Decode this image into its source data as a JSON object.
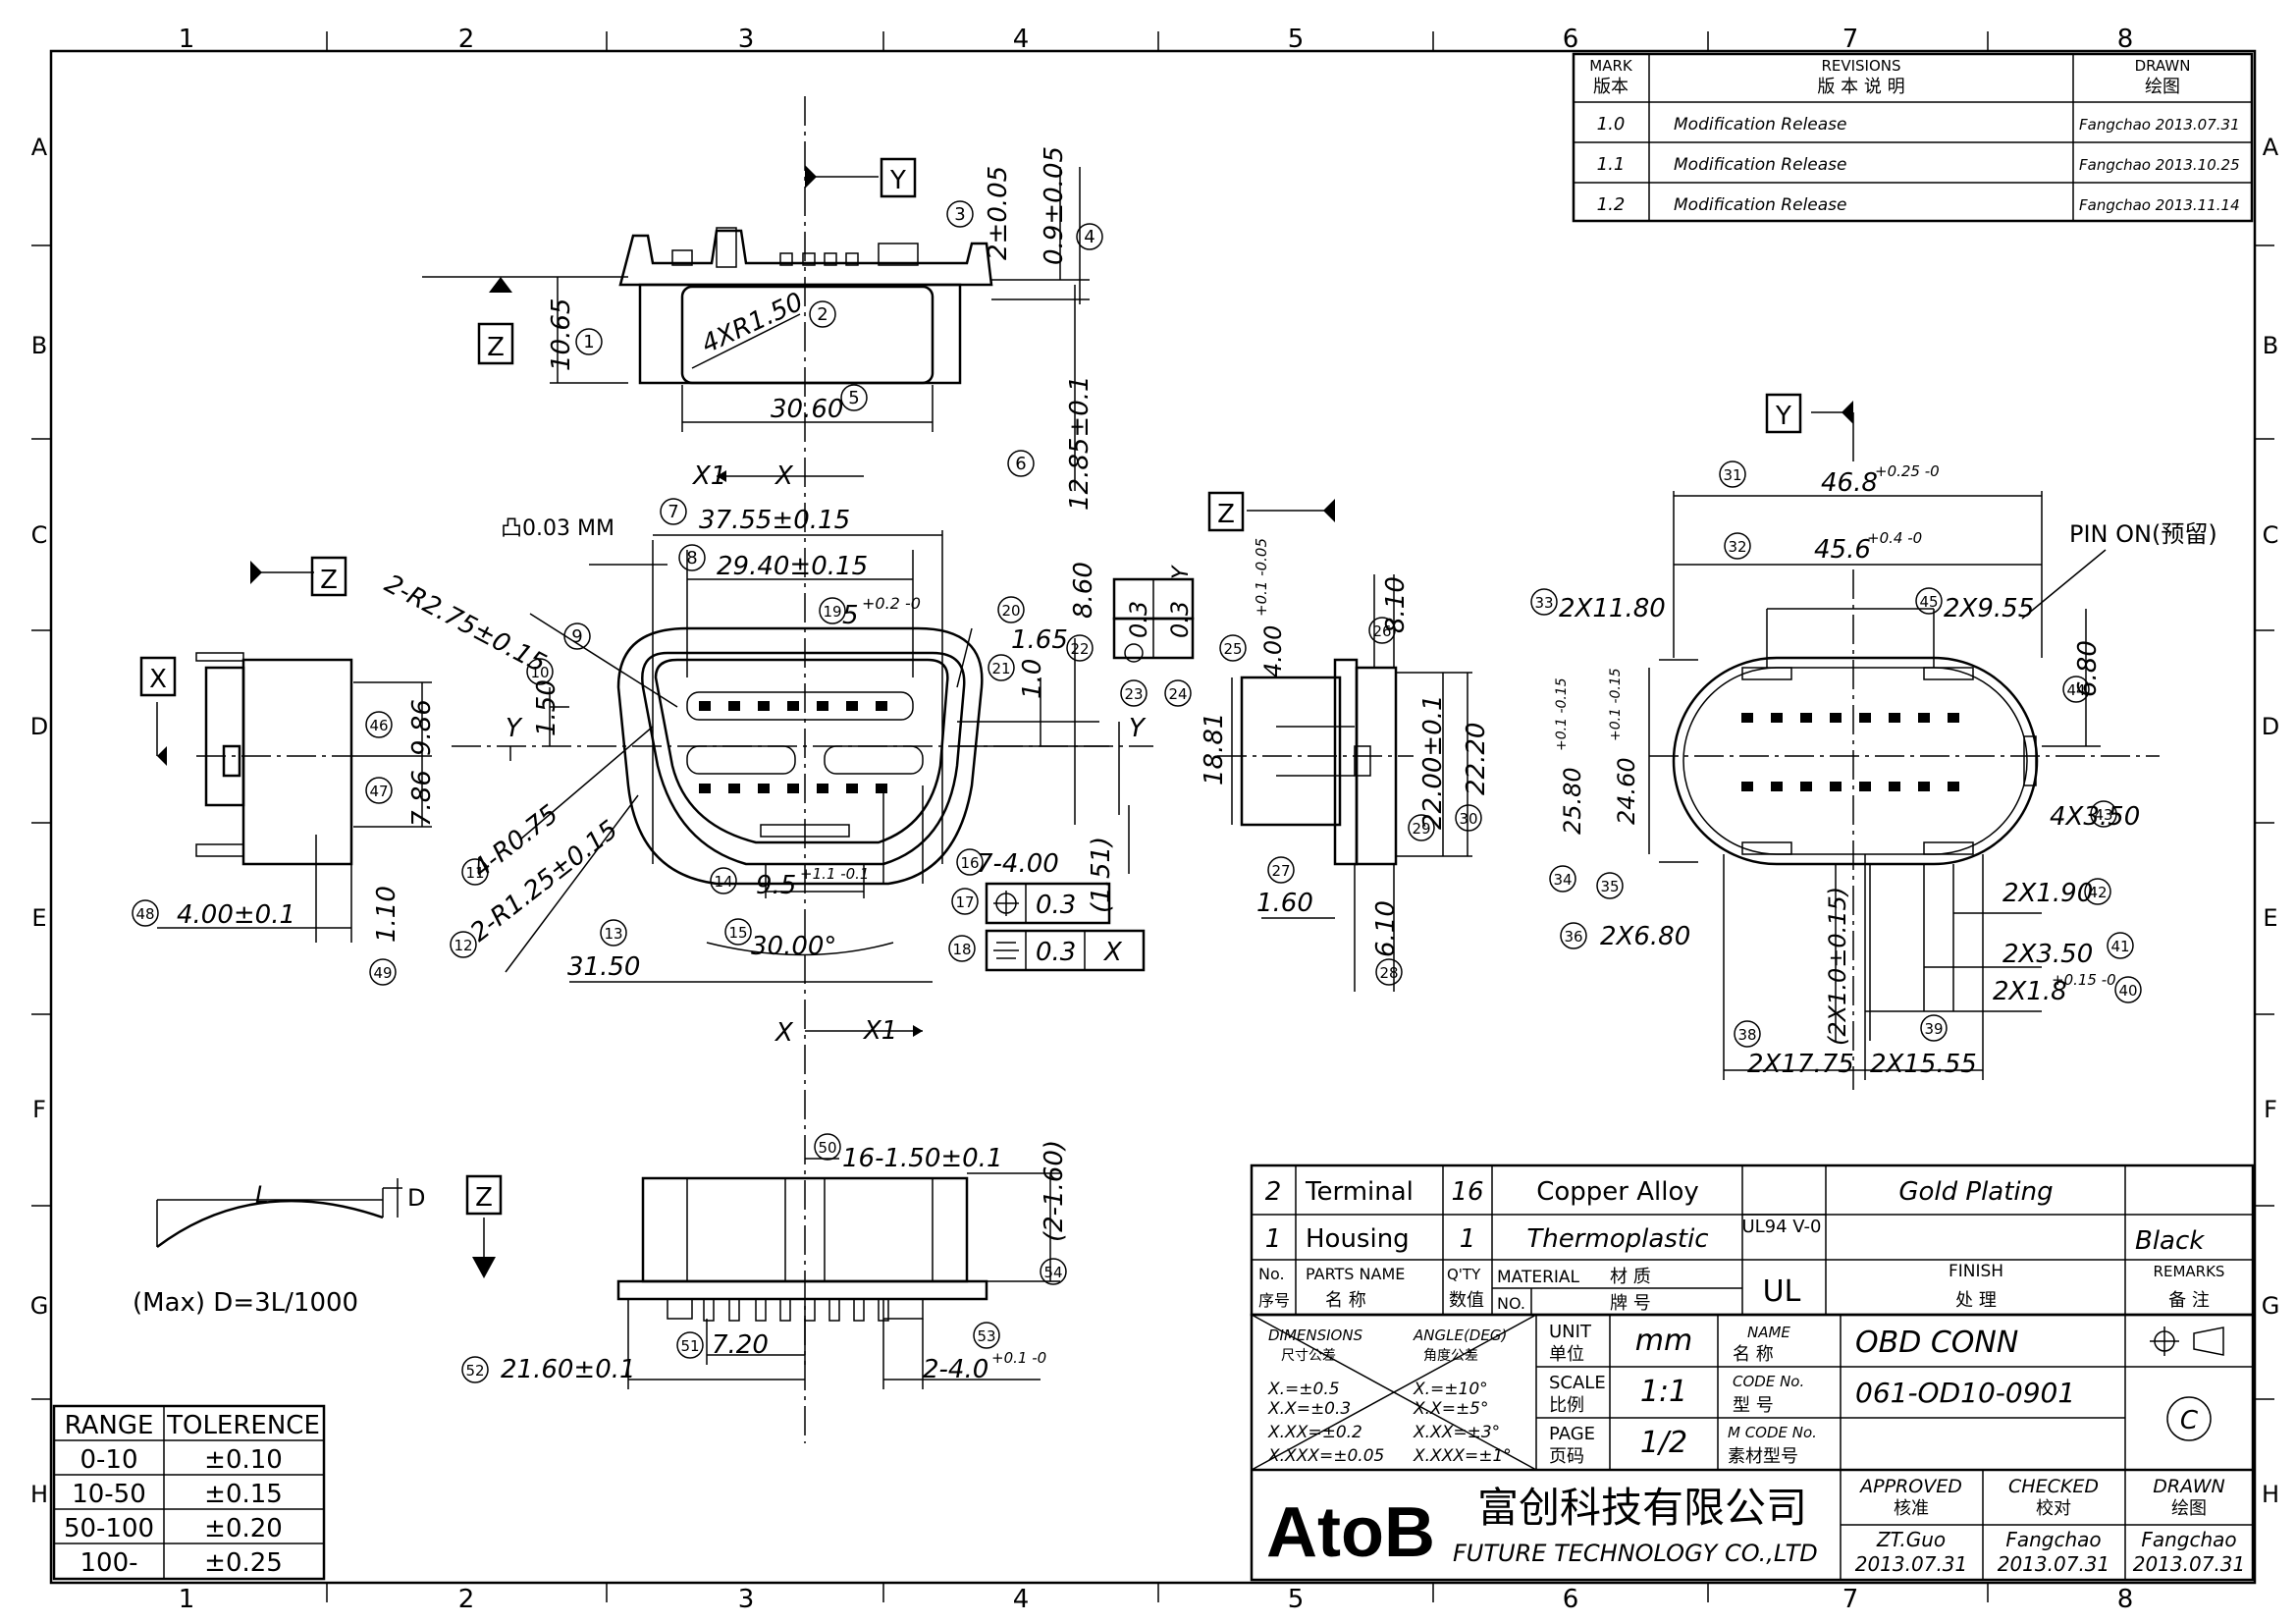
{
  "border": {
    "cols": [
      "1",
      "2",
      "3",
      "4",
      "5",
      "6",
      "7",
      "8"
    ],
    "rows": [
      "A",
      "B",
      "C",
      "D",
      "E",
      "F",
      "G",
      "H"
    ]
  },
  "revisions": {
    "header_mark": "MARK",
    "header_mark_cn": "版本",
    "header_rev": "REVISIONS",
    "header_rev_cn": "版 本 说 明",
    "header_drawn": "DRAWN",
    "header_drawn_cn": "绘图",
    "rows": [
      {
        "mark": "1.0",
        "desc": "Modification Release",
        "drawn": "Fangchao 2013.07.31"
      },
      {
        "mark": "1.1",
        "desc": "Modification Release",
        "drawn": "Fangchao 2013.10.25"
      },
      {
        "mark": "1.2",
        "desc": "Modification Release",
        "drawn": "Fangchao 2013.11.14"
      }
    ]
  },
  "dims": {
    "d1065": "10.65",
    "d4xr150": "4XR1.50",
    "d3060": "30.60",
    "d2": "2±0.05",
    "d09": "0.9±0.05",
    "d1285": "12.85±0.1",
    "d3755": "37.55±0.15",
    "d2940": "29.40±0.15",
    "d5": "5",
    "d5tol": "+0.2 -0",
    "d860": "8.60",
    "d165": "1.65",
    "d10": "1.0",
    "d150": "1.50",
    "d2r275": "2-R2.75±0.15",
    "d4r075": "4-R0.75",
    "d2r125": "2-R1.25±0.15",
    "d95": "9.5",
    "d95tol": "+1.1 -0.1",
    "d3000": "30.00°",
    "d3150": "31.50",
    "d7400": "7-4.00",
    "d151": "(1.51)",
    "pos03": "0.3",
    "sym03": "0.3",
    "sym03b": "0.3",
    "symY": "Y",
    "symX": "X",
    "d986": "9.86",
    "d786": "7.86",
    "d400": "4.00±0.1",
    "d110": "1.10",
    "d400b": "4.00",
    "d400btol": "+0.1 -0.05",
    "d810": "8.10",
    "d1881": "18.81",
    "d2200": "22.00±0.1",
    "d2220": "22.20",
    "d160": "1.60",
    "d610": "6.10",
    "d468": "46.8",
    "d468tol": "+0.25 -0",
    "d456": "45.6",
    "d456tol": "+0.4 -0",
    "d2x1180": "2X11.80",
    "d2x955": "2X9.55",
    "d680": "6.80",
    "d2580": "25.80",
    "d2580tol": "+0.1 -0.15",
    "d2460": "24.60",
    "d2460tol": "+0.1 -0.15",
    "d4x350": "4X3.50",
    "d2x190": "2X1.90",
    "d2x680": "2X6.80",
    "d2x350": "2X3.50",
    "d2x18": "2X1.8",
    "d2x18tol": "+0.15 -0",
    "d2x10": "(2X1.0±0.15)",
    "d2x1775": "2X17.75",
    "d2x1555": "2X15.55",
    "d16150": "16-1.50±0.1",
    "d2160": "(2-1.60)",
    "d720": "7.20",
    "d2160b": "21.60±0.1",
    "d240": "2-4.0",
    "d240tol": "+0.1 -0",
    "pinon": "PIN ON(预留)",
    "flat": "凸0.03 MM"
  },
  "labels": {
    "X": "X",
    "Y": "Y",
    "Z": "Z",
    "X1": "X1",
    "L": "L",
    "D": "D",
    "max": "(Max) D=3L/1000"
  },
  "balloons": [
    "1",
    "2",
    "3",
    "4",
    "5",
    "6",
    "7",
    "8",
    "9",
    "10",
    "11",
    "12",
    "13",
    "14",
    "15",
    "16",
    "17",
    "18",
    "19",
    "20",
    "21",
    "22",
    "23",
    "24",
    "25",
    "26",
    "27",
    "28",
    "29",
    "30",
    "31",
    "32",
    "33",
    "34",
    "35",
    "36",
    "38",
    "39",
    "40",
    "41",
    "42",
    "43",
    "44",
    "45",
    "46",
    "47",
    "48",
    "49",
    "50",
    "51",
    "52",
    "53",
    "54"
  ],
  "tolerance": {
    "header_range": "RANGE",
    "header_tol": "TOLERENCE",
    "rows": [
      [
        "0-10",
        "±0.10"
      ],
      [
        "10-50",
        "±0.15"
      ],
      [
        "50-100",
        "±0.20"
      ],
      [
        "100-",
        "±0.25"
      ]
    ]
  },
  "bom": {
    "rows": [
      {
        "no": "2",
        "name": "Terminal",
        "qty": "16",
        "material": "Copper Alloy",
        "ul": "",
        "finish": "Gold Plating",
        "remarks": ""
      },
      {
        "no": "1",
        "name": "Housing",
        "qty": "1",
        "material": "Thermoplastic",
        "ul": "UL94 V-0",
        "finish": "",
        "remarks": "Black"
      }
    ],
    "h_no": "No.",
    "h_no_cn": "序号",
    "h_name": "PARTS NAME",
    "h_name_cn": "名 称",
    "h_qty": "Q'TY",
    "h_qty_cn": "数值",
    "h_mat": "MATERIAL",
    "h_mat_cn": "材 质",
    "h_matno": "NO.",
    "h_matno_cn": "牌 号",
    "h_ul": "UL",
    "h_finish": "FINISH",
    "h_finish_cn": "处 理",
    "h_rem": "REMARKS",
    "h_rem_cn": "备 注"
  },
  "titleblock": {
    "dimensions": "DIMENSIONS",
    "dimensions_cn": "尺寸公差",
    "angle": "ANGLE(DEG)",
    "angle_cn": "角度公差",
    "tol_lin": [
      "X.=±0.5",
      "X.X=±0.3",
      "X.XX=±0.2",
      "X.XXX=±0.05"
    ],
    "tol_ang": [
      "X.=±10°",
      "X.X=±5°",
      "X.XX=±3°",
      "X.XXX=±1°"
    ],
    "unit": "UNIT",
    "unit_cn": "单位",
    "unit_val": "mm",
    "scale": "SCALE",
    "scale_cn": "比例",
    "scale_val": "1:1",
    "page": "PAGE",
    "page_cn": "页码",
    "page_val": "1/2",
    "name": "NAME",
    "name_cn": "名 称",
    "name_val": "OBD CONN",
    "code": "CODE No.",
    "code_cn": "型 号",
    "code_val": "061-OD10-0901",
    "mcode": "M CODE No.",
    "mcode_cn": "素材型号",
    "copyright": "C",
    "logo": "AtoB",
    "company_cn": "富创科技有限公司",
    "company_en": "FUTURE TECHNOLOGY CO.,LTD",
    "approved": "APPROVED",
    "approved_cn": "核准",
    "approved_by": "ZT.Guo",
    "approved_date": "2013.07.31",
    "checked": "CHECKED",
    "checked_cn": "校对",
    "checked_by": "Fangchao",
    "checked_date": "2013.07.31",
    "drawn": "DRAWN",
    "drawn_cn": "绘图",
    "drawn_by": "Fangchao",
    "drawn_date": "2013.07.31"
  }
}
